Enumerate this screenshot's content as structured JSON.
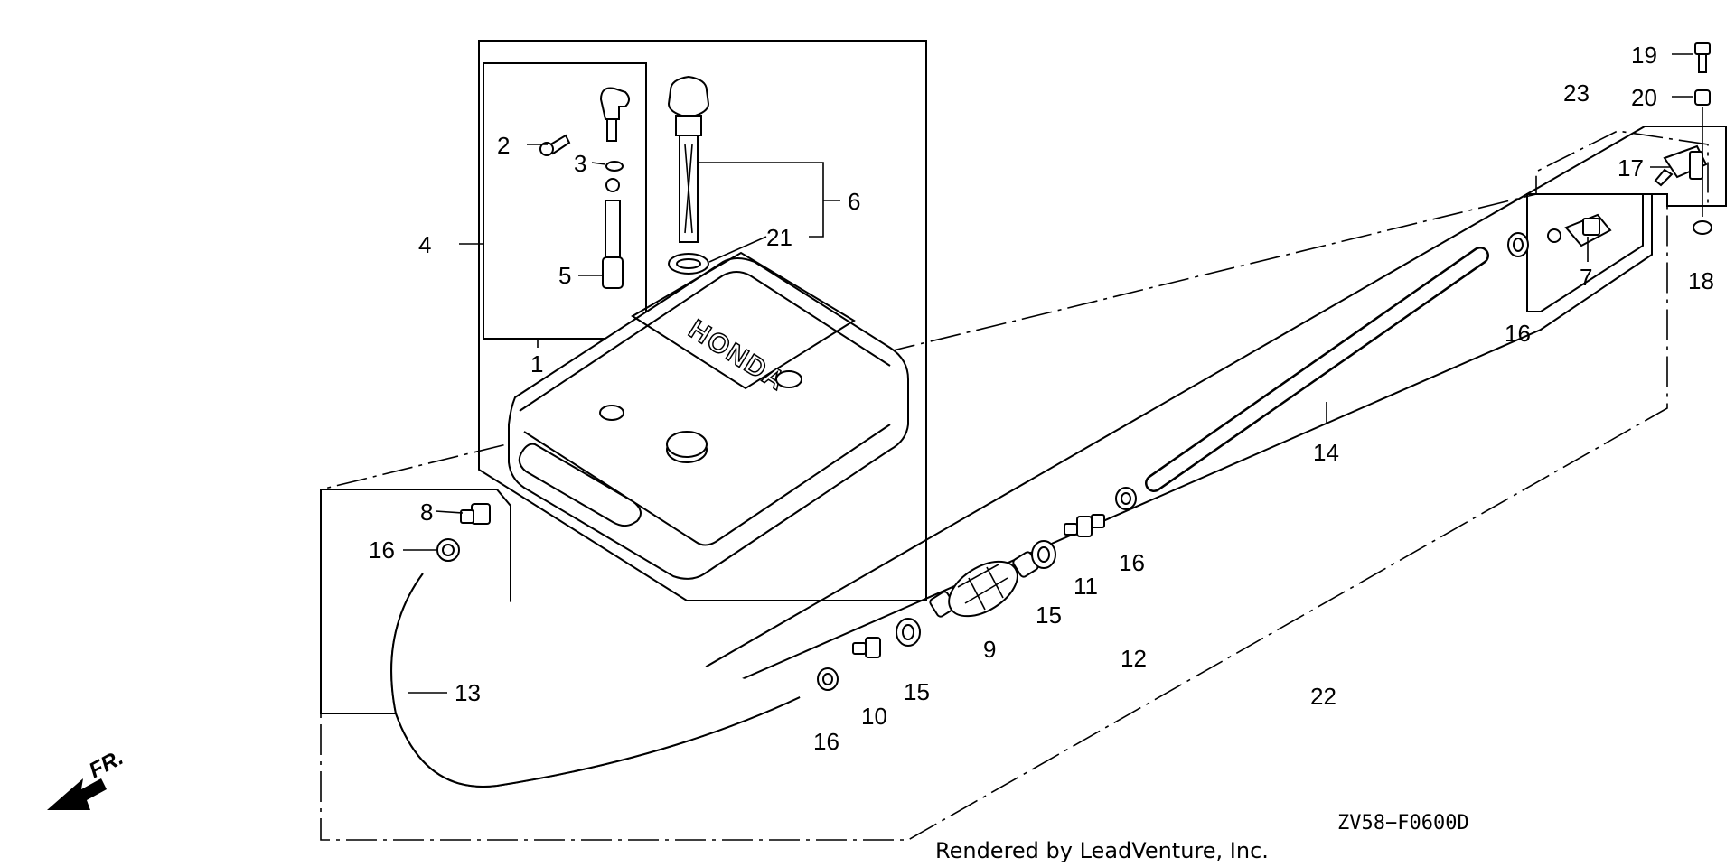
{
  "diagram": {
    "figure_code": "ZV58−F0600D",
    "credit": "Rendered by LeadVenture, Inc.",
    "direction_label": "FR.",
    "tank_brand": "HONDA",
    "callouts": {
      "c1": "1",
      "c2": "2",
      "c3": "3",
      "c4": "4",
      "c5": "5",
      "c6": "6",
      "c7": "7",
      "c8": "8",
      "c9": "9",
      "c10": "10",
      "c11": "11",
      "c12": "12",
      "c13": "13",
      "c14": "14",
      "c15a": "15",
      "c15b": "15",
      "c16a": "16",
      "c16b": "16",
      "c16c": "16",
      "c16d": "16",
      "c17": "17",
      "c18": "18",
      "c19": "19",
      "c20": "20",
      "c21": "21",
      "c22": "22",
      "c23": "23"
    }
  }
}
